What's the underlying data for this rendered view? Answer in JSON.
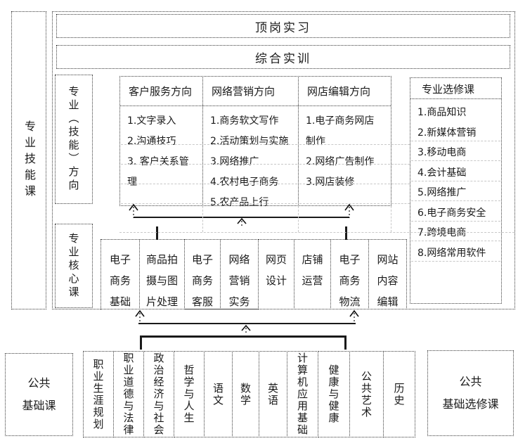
{
  "colors": {
    "border": "#3a3a3a",
    "light_grid": "#c8c8c8",
    "line": "#1a1a1a",
    "text": "#1a1a1a"
  },
  "skills": {
    "section_label": "专业技能课",
    "internship": "顶岗实习",
    "training": "综合实训",
    "direction_group_label": "专业（技能）方向",
    "core_group_label": "专业核心课",
    "directions": [
      {
        "title": "客户服务方向",
        "items": [
          "1.文字录入",
          "2.沟通技巧",
          "3. 客户关系管\n理"
        ]
      },
      {
        "title": "网络营销方向",
        "items": [
          "1.商务软文写作",
          "2.活动策划与实施",
          "3.网络推广",
          "4.农村电子商务",
          "5.农产品上行"
        ]
      },
      {
        "title": "网店编辑方向",
        "items": [
          "1.电子商务网店\n制作",
          "2.网络广告制作",
          "3.网店装修"
        ]
      }
    ],
    "electives": {
      "title": "专业选修课",
      "items": [
        "1.商品知识",
        "2.新媒体营销",
        "3.移动电商",
        "4.会计基础",
        "5.网络推广",
        "6.电子商务安全",
        "7.跨境电商",
        "8.网络常用软件"
      ]
    },
    "core_courses": [
      "电子\n商务\n基础",
      "商品拍\n摄与图\n片处理",
      "电子\n商务\n客服",
      "网络\n营销\n实务",
      "网页\n设计",
      "店铺\n运营",
      "电子\n商务\n物流",
      "网站\n内容\n编辑"
    ]
  },
  "public": {
    "basic_label": "公共\n基础课",
    "elective_label": "公共\n基础选修课",
    "courses": [
      "职业生涯规划",
      "职业道德与法律",
      "政治经济与社会",
      "哲学与人生",
      "语文",
      "数学",
      "英语",
      "计算机应用基础",
      "健康与健康",
      "公共艺术",
      "历史"
    ]
  }
}
